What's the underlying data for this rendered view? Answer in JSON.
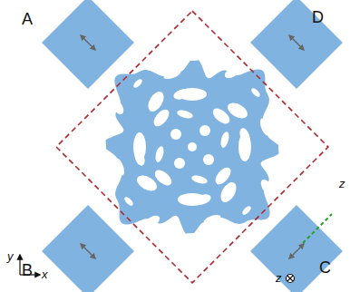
{
  "diagram": {
    "labels": [
      "A",
      "D",
      "B",
      "C",
      "y",
      "x",
      "z",
      "z"
    ]
  }
}
